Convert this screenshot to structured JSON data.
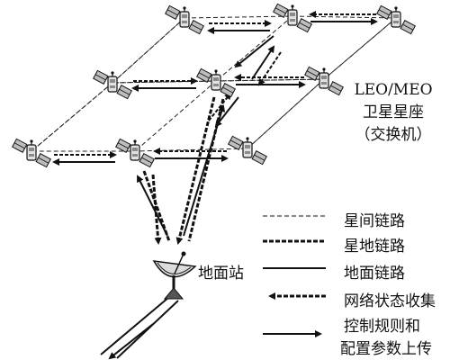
{
  "constellation": {
    "name_line1": "LEO/MEO",
    "name_line2": "卫星星座",
    "name_line3": "（交换机）"
  },
  "ground_station": {
    "label": "地面站"
  },
  "legend": [
    {
      "key": "isl",
      "label": "星间链路",
      "style": "thin-dashed"
    },
    {
      "key": "sgl",
      "label": "星地链路",
      "style": "thick-dashed"
    },
    {
      "key": "gl",
      "label": "地面链路",
      "style": "solid"
    },
    {
      "key": "collect",
      "label": "网络状态收集",
      "style": "thick-dashed-arrow-left"
    },
    {
      "key": "upload",
      "label_line1": "控制规则和",
      "label_line2": "配置参数上传",
      "style": "solid-arrow-right"
    }
  ],
  "colors": {
    "ink": "#111111",
    "satellite_body": "#d8d8d8",
    "panel": "#bfbfbf"
  }
}
